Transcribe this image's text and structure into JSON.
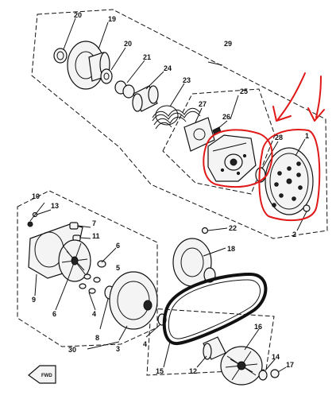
{
  "labels": {
    "p1": "1",
    "p2": "2",
    "p3": "3",
    "p4a": "4",
    "p4b": "4",
    "p5": "5",
    "p6a": "6",
    "p6b": "6",
    "p7": "7",
    "p8": "8",
    "p9": "9",
    "p10": "10",
    "p11": "11",
    "p12": "12",
    "p13": "13",
    "p14": "14",
    "p15": "15",
    "p16": "16",
    "p17": "17",
    "p18": "18",
    "p19": "19",
    "p20a": "20",
    "p20b": "20",
    "p21": "21",
    "p22": "22",
    "p23": "23",
    "p24": "24",
    "p25": "25",
    "p26": "26",
    "p27": "27",
    "p28": "28",
    "p29": "29",
    "p30": "30"
  },
  "fwd_badge": "FWD",
  "colors": {
    "ink": "#111111",
    "annotation": "#e01818",
    "background": "#ffffff"
  }
}
